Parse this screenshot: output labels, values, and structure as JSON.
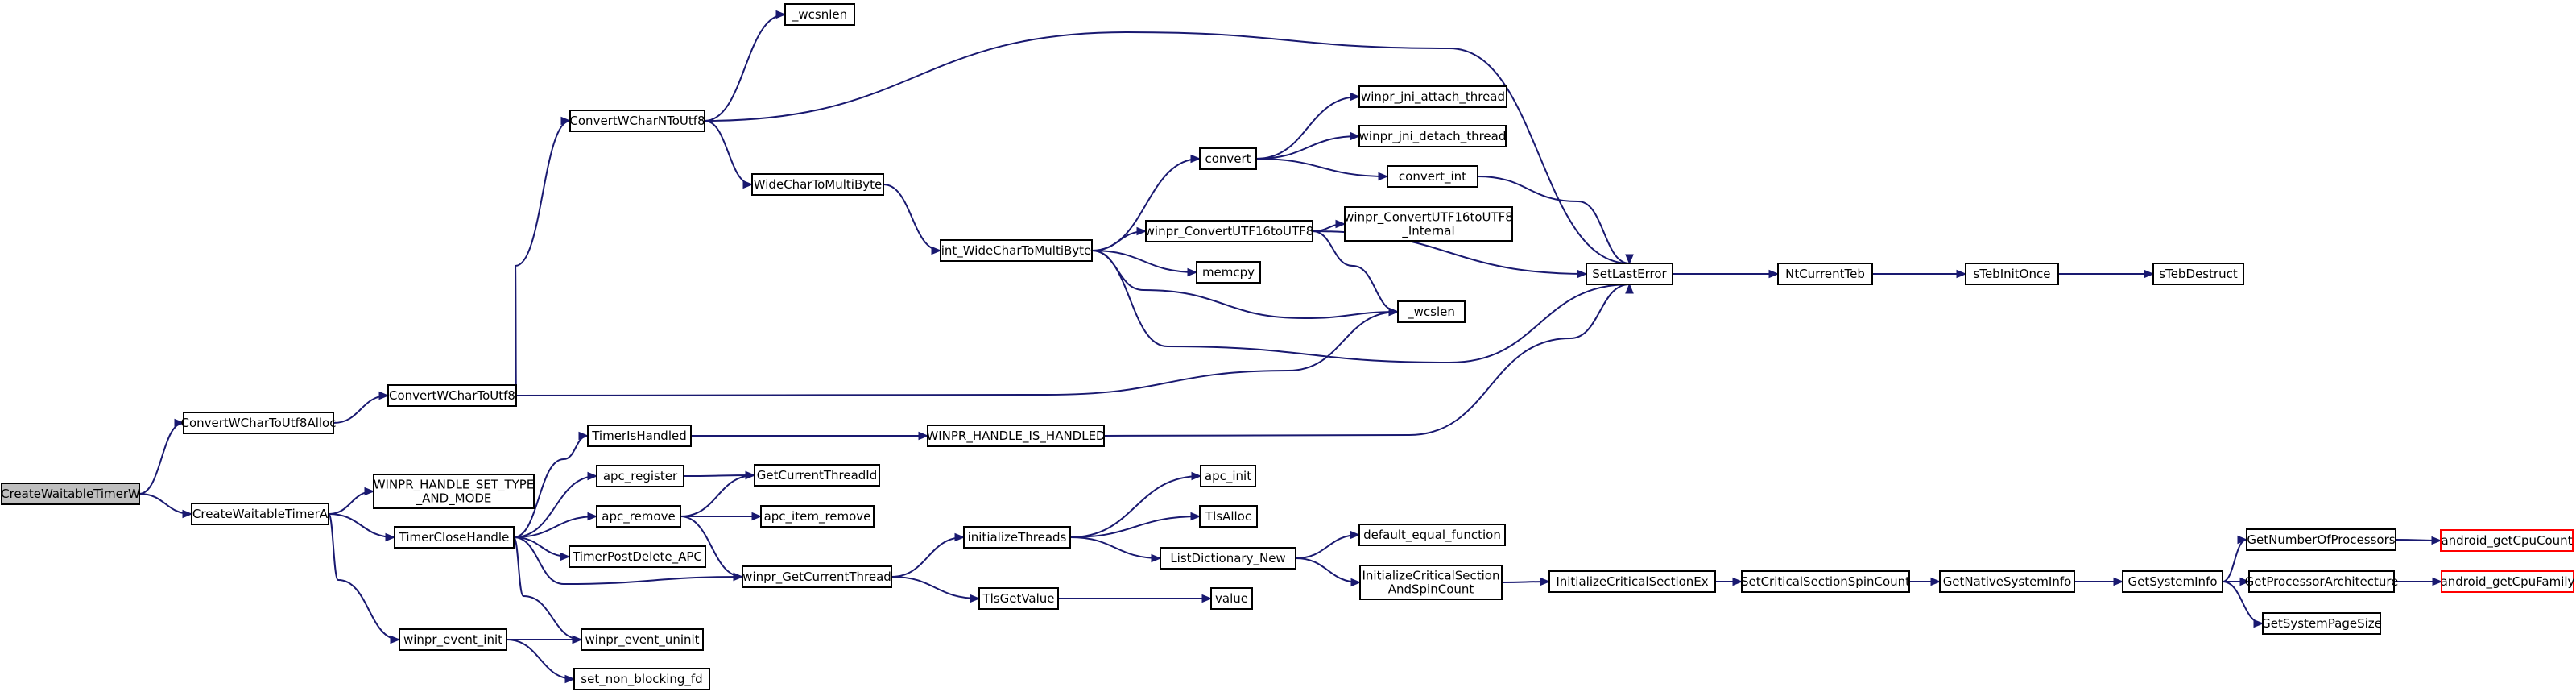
{
  "graph": {
    "nodes": [
      {
        "id": "CreateWaitableTimerW",
        "lines": [
          "CreateWaitableTimerW"
        ],
        "kind": "root"
      },
      {
        "id": "ConvertWCharToUtf8Alloc",
        "lines": [
          "ConvertWCharToUtf8Alloc"
        ],
        "kind": "normal"
      },
      {
        "id": "CreateWaitableTimerA",
        "lines": [
          "CreateWaitableTimerA"
        ],
        "kind": "normal"
      },
      {
        "id": "ConvertWCharToUtf8",
        "lines": [
          "ConvertWCharToUtf8"
        ],
        "kind": "normal"
      },
      {
        "id": "ConvertWCharNToUtf8",
        "lines": [
          "ConvertWCharNToUtf8"
        ],
        "kind": "normal"
      },
      {
        "id": "_wcsnlen",
        "lines": [
          "_wcsnlen"
        ],
        "kind": "normal"
      },
      {
        "id": "SetLastError",
        "lines": [
          "SetLastError"
        ],
        "kind": "normal"
      },
      {
        "id": "WideCharToMultiByte",
        "lines": [
          "WideCharToMultiByte"
        ],
        "kind": "normal"
      },
      {
        "id": "int_WideCharToMultiByte",
        "lines": [
          "int_WideCharToMultiByte"
        ],
        "kind": "normal"
      },
      {
        "id": "convert",
        "lines": [
          "convert"
        ],
        "kind": "normal"
      },
      {
        "id": "winpr_jni_attach_thread",
        "lines": [
          "winpr_jni_attach_thread"
        ],
        "kind": "normal"
      },
      {
        "id": "winpr_jni_detach_thread",
        "lines": [
          "winpr_jni_detach_thread"
        ],
        "kind": "normal"
      },
      {
        "id": "convert_int",
        "lines": [
          "convert_int"
        ],
        "kind": "normal"
      },
      {
        "id": "winpr_ConvertUTF16toUTF8",
        "lines": [
          "winpr_ConvertUTF16toUTF8"
        ],
        "kind": "normal"
      },
      {
        "id": "winpr_ConvertUTF16toUTF8_Internal",
        "lines": [
          "winpr_ConvertUTF16toUTF8",
          "_Internal"
        ],
        "kind": "normal"
      },
      {
        "id": "memcpy",
        "lines": [
          "memcpy"
        ],
        "kind": "normal"
      },
      {
        "id": "_wcslen",
        "lines": [
          "_wcslen"
        ],
        "kind": "normal"
      },
      {
        "id": "NtCurrentTeb",
        "lines": [
          "NtCurrentTeb"
        ],
        "kind": "normal"
      },
      {
        "id": "sTebInitOnce",
        "lines": [
          "sTebInitOnce"
        ],
        "kind": "normal"
      },
      {
        "id": "sTebDestruct",
        "lines": [
          "sTebDestruct"
        ],
        "kind": "normal"
      },
      {
        "id": "WINPR_HANDLE_SET_TYPE_AND_MODE",
        "lines": [
          "WINPR_HANDLE_SET_TYPE",
          "_AND_MODE"
        ],
        "kind": "normal"
      },
      {
        "id": "TimerCloseHandle",
        "lines": [
          "TimerCloseHandle"
        ],
        "kind": "normal"
      },
      {
        "id": "TimerIsHandled",
        "lines": [
          "TimerIsHandled"
        ],
        "kind": "normal"
      },
      {
        "id": "WINPR_HANDLE_IS_HANDLED",
        "lines": [
          "WINPR_HANDLE_IS_HANDLED"
        ],
        "kind": "normal"
      },
      {
        "id": "apc_register",
        "lines": [
          "apc_register"
        ],
        "kind": "normal"
      },
      {
        "id": "GetCurrentThreadId",
        "lines": [
          "GetCurrentThreadId"
        ],
        "kind": "normal"
      },
      {
        "id": "apc_remove",
        "lines": [
          "apc_remove"
        ],
        "kind": "normal"
      },
      {
        "id": "apc_item_remove",
        "lines": [
          "apc_item_remove"
        ],
        "kind": "normal"
      },
      {
        "id": "TimerPostDelete_APC",
        "lines": [
          "TimerPostDelete_APC"
        ],
        "kind": "normal"
      },
      {
        "id": "winpr_GetCurrentThread",
        "lines": [
          "winpr_GetCurrentThread"
        ],
        "kind": "normal"
      },
      {
        "id": "initializeThreads",
        "lines": [
          "initializeThreads"
        ],
        "kind": "normal"
      },
      {
        "id": "apc_init",
        "lines": [
          "apc_init"
        ],
        "kind": "normal"
      },
      {
        "id": "TlsAlloc",
        "lines": [
          "TlsAlloc"
        ],
        "kind": "normal"
      },
      {
        "id": "ListDictionary_New",
        "lines": [
          "ListDictionary_New"
        ],
        "kind": "normal"
      },
      {
        "id": "default_equal_function",
        "lines": [
          "default_equal_function"
        ],
        "kind": "normal"
      },
      {
        "id": "InitializeCriticalSectionAndSpinCount",
        "lines": [
          "InitializeCriticalSection",
          "AndSpinCount"
        ],
        "kind": "normal"
      },
      {
        "id": "InitializeCriticalSectionEx",
        "lines": [
          "InitializeCriticalSectionEx"
        ],
        "kind": "normal"
      },
      {
        "id": "SetCriticalSectionSpinCount",
        "lines": [
          "SetCriticalSectionSpinCount"
        ],
        "kind": "normal"
      },
      {
        "id": "GetNativeSystemInfo",
        "lines": [
          "GetNativeSystemInfo"
        ],
        "kind": "normal"
      },
      {
        "id": "GetSystemInfo",
        "lines": [
          "GetSystemInfo"
        ],
        "kind": "normal"
      },
      {
        "id": "GetNumberOfProcessors",
        "lines": [
          "GetNumberOfProcessors"
        ],
        "kind": "normal"
      },
      {
        "id": "android_getCpuCount",
        "lines": [
          "android_getCpuCount"
        ],
        "kind": "external"
      },
      {
        "id": "GetProcessorArchitecture",
        "lines": [
          "GetProcessorArchitecture"
        ],
        "kind": "normal"
      },
      {
        "id": "android_getCpuFamily",
        "lines": [
          "android_getCpuFamily"
        ],
        "kind": "external"
      },
      {
        "id": "GetSystemPageSize",
        "lines": [
          "GetSystemPageSize"
        ],
        "kind": "normal"
      },
      {
        "id": "TlsGetValue",
        "lines": [
          "TlsGetValue"
        ],
        "kind": "normal"
      },
      {
        "id": "value",
        "lines": [
          "value"
        ],
        "kind": "normal"
      },
      {
        "id": "winpr_event_init",
        "lines": [
          "winpr_event_init"
        ],
        "kind": "normal"
      },
      {
        "id": "winpr_event_uninit",
        "lines": [
          "winpr_event_uninit"
        ],
        "kind": "normal"
      },
      {
        "id": "set_non_blocking_fd",
        "lines": [
          "set_non_blocking_fd"
        ],
        "kind": "normal"
      }
    ],
    "edges": [
      {
        "from": "CreateWaitableTimerW",
        "to": "ConvertWCharToUtf8Alloc"
      },
      {
        "from": "CreateWaitableTimerW",
        "to": "CreateWaitableTimerA"
      },
      {
        "from": "ConvertWCharToUtf8Alloc",
        "to": "ConvertWCharToUtf8"
      },
      {
        "from": "ConvertWCharToUtf8",
        "to": "ConvertWCharNToUtf8"
      },
      {
        "from": "ConvertWCharToUtf8",
        "to": "_wcslen"
      },
      {
        "from": "ConvertWCharNToUtf8",
        "to": "_wcsnlen"
      },
      {
        "from": "ConvertWCharNToUtf8",
        "to": "SetLastError"
      },
      {
        "from": "ConvertWCharNToUtf8",
        "to": "WideCharToMultiByte"
      },
      {
        "from": "WideCharToMultiByte",
        "to": "int_WideCharToMultiByte"
      },
      {
        "from": "int_WideCharToMultiByte",
        "to": "convert"
      },
      {
        "from": "int_WideCharToMultiByte",
        "to": "winpr_ConvertUTF16toUTF8"
      },
      {
        "from": "int_WideCharToMultiByte",
        "to": "memcpy"
      },
      {
        "from": "int_WideCharToMultiByte",
        "to": "_wcslen"
      },
      {
        "from": "int_WideCharToMultiByte",
        "to": "SetLastError"
      },
      {
        "from": "convert",
        "to": "winpr_jni_attach_thread"
      },
      {
        "from": "convert",
        "to": "winpr_jni_detach_thread"
      },
      {
        "from": "convert",
        "to": "convert_int"
      },
      {
        "from": "convert_int",
        "to": "SetLastError"
      },
      {
        "from": "winpr_ConvertUTF16toUTF8",
        "to": "winpr_ConvertUTF16toUTF8_Internal"
      },
      {
        "from": "winpr_ConvertUTF16toUTF8",
        "to": "SetLastError"
      },
      {
        "from": "winpr_ConvertUTF16toUTF8",
        "to": "_wcslen"
      },
      {
        "from": "SetLastError",
        "to": "NtCurrentTeb"
      },
      {
        "from": "NtCurrentTeb",
        "to": "sTebInitOnce"
      },
      {
        "from": "sTebInitOnce",
        "to": "sTebDestruct"
      },
      {
        "from": "CreateWaitableTimerA",
        "to": "WINPR_HANDLE_SET_TYPE_AND_MODE"
      },
      {
        "from": "CreateWaitableTimerA",
        "to": "TimerCloseHandle"
      },
      {
        "from": "CreateWaitableTimerA",
        "to": "winpr_event_init"
      },
      {
        "from": "TimerCloseHandle",
        "to": "TimerIsHandled"
      },
      {
        "from": "TimerCloseHandle",
        "to": "apc_register"
      },
      {
        "from": "TimerCloseHandle",
        "to": "apc_remove"
      },
      {
        "from": "TimerCloseHandle",
        "to": "TimerPostDelete_APC"
      },
      {
        "from": "TimerCloseHandle",
        "to": "winpr_GetCurrentThread"
      },
      {
        "from": "TimerCloseHandle",
        "to": "winpr_event_uninit"
      },
      {
        "from": "TimerIsHandled",
        "to": "WINPR_HANDLE_IS_HANDLED"
      },
      {
        "from": "WINPR_HANDLE_IS_HANDLED",
        "to": "SetLastError"
      },
      {
        "from": "apc_register",
        "to": "GetCurrentThreadId"
      },
      {
        "from": "apc_remove",
        "to": "GetCurrentThreadId"
      },
      {
        "from": "apc_remove",
        "to": "apc_item_remove"
      },
      {
        "from": "apc_remove",
        "to": "winpr_GetCurrentThread"
      },
      {
        "from": "winpr_GetCurrentThread",
        "to": "initializeThreads"
      },
      {
        "from": "winpr_GetCurrentThread",
        "to": "TlsGetValue"
      },
      {
        "from": "initializeThreads",
        "to": "apc_init"
      },
      {
        "from": "initializeThreads",
        "to": "TlsAlloc"
      },
      {
        "from": "initializeThreads",
        "to": "ListDictionary_New"
      },
      {
        "from": "ListDictionary_New",
        "to": "default_equal_function"
      },
      {
        "from": "ListDictionary_New",
        "to": "InitializeCriticalSectionAndSpinCount"
      },
      {
        "from": "InitializeCriticalSectionAndSpinCount",
        "to": "InitializeCriticalSectionEx"
      },
      {
        "from": "InitializeCriticalSectionEx",
        "to": "SetCriticalSectionSpinCount"
      },
      {
        "from": "SetCriticalSectionSpinCount",
        "to": "GetNativeSystemInfo"
      },
      {
        "from": "GetNativeSystemInfo",
        "to": "GetSystemInfo"
      },
      {
        "from": "GetSystemInfo",
        "to": "GetNumberOfProcessors"
      },
      {
        "from": "GetSystemInfo",
        "to": "GetProcessorArchitecture"
      },
      {
        "from": "GetSystemInfo",
        "to": "GetSystemPageSize"
      },
      {
        "from": "GetNumberOfProcessors",
        "to": "android_getCpuCount"
      },
      {
        "from": "GetProcessorArchitecture",
        "to": "android_getCpuFamily"
      },
      {
        "from": "TlsGetValue",
        "to": "value"
      },
      {
        "from": "winpr_event_init",
        "to": "winpr_event_uninit"
      },
      {
        "from": "winpr_event_init",
        "to": "set_non_blocking_fd"
      }
    ]
  }
}
